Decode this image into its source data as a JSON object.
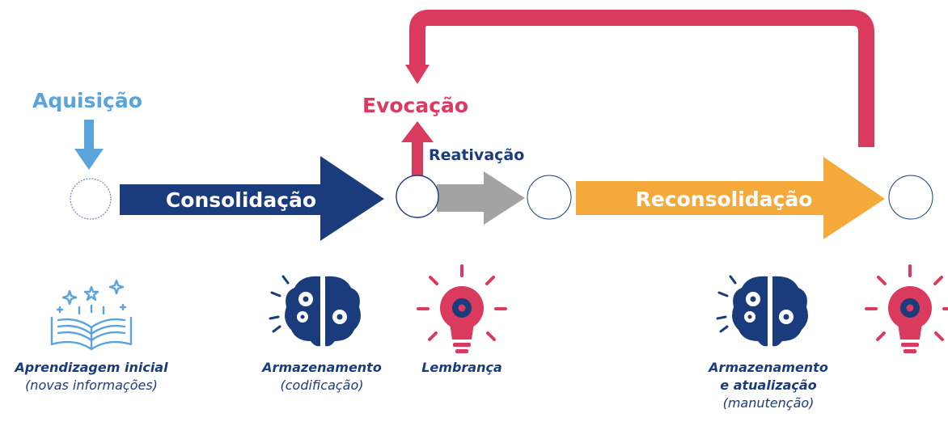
{
  "colors": {
    "navy": "#1b3c7c",
    "light_blue": "#5ba3db",
    "red": "#db3a5f",
    "gray": "#a3a3a3",
    "orange": "#f5a93a"
  },
  "stages": {
    "acquisition": "Aquisição",
    "consolidation": "Consolidação",
    "recall": "Evocação",
    "reactivation": "Reativação",
    "reconsolidation": "Reconsolidação"
  },
  "captions": {
    "learning_title": "Aprendizagem inicial",
    "learning_sub": "(novas informações)",
    "storage_title": "Armazenamento",
    "storage_sub": "(codificação)",
    "memory_title": "Lembrança",
    "update_title_1": "Armazenamento",
    "update_title_2": "e atualização",
    "update_sub": "(manutenção)"
  },
  "icons": [
    "open-book-icon",
    "brain-gears-icon",
    "lightbulb-gear-icon",
    "brain-gears-icon",
    "lightbulb-gear-icon"
  ]
}
